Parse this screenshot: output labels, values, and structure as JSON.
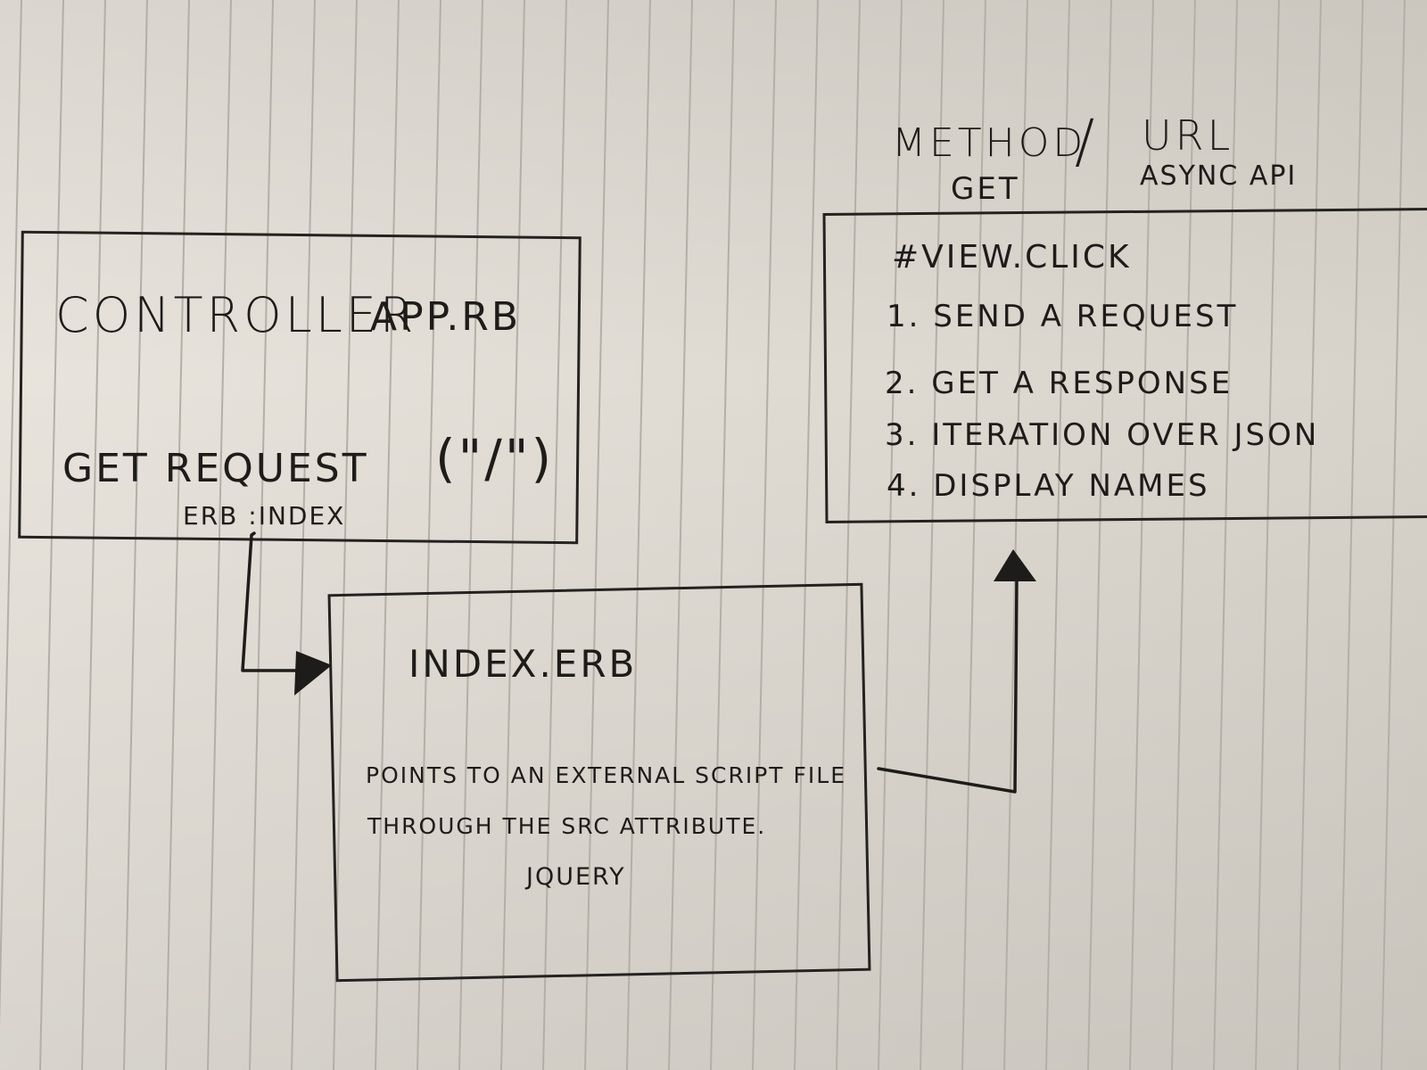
{
  "header": {
    "method_label": "METHOD",
    "slash": "/",
    "url_label": "URL",
    "method_value": "GET",
    "url_value": "ASYNC API"
  },
  "controller": {
    "title": "CONTROLLER",
    "file": "APP.RB",
    "request": "GET REQUEST",
    "route": "(\"/\")",
    "render": "ERB :INDEX"
  },
  "index": {
    "title": "INDEX.ERB",
    "line1": "POINTS TO AN EXTERNAL SCRIPT FILE",
    "line2": "THROUGH THE SRC ATTRIBUTE.",
    "line3": "JQUERY"
  },
  "view": {
    "title": "#VIEW.CLICK",
    "steps": [
      "1. SEND A REQUEST",
      "2. GET A RESPONSE",
      "3. ITERATION OVER JSON",
      "4. DISPLAY NAMES"
    ]
  },
  "colors": {
    "paper": "#e3ded5",
    "ruling": "#b4afa6",
    "ink": "#1e1c1a"
  }
}
